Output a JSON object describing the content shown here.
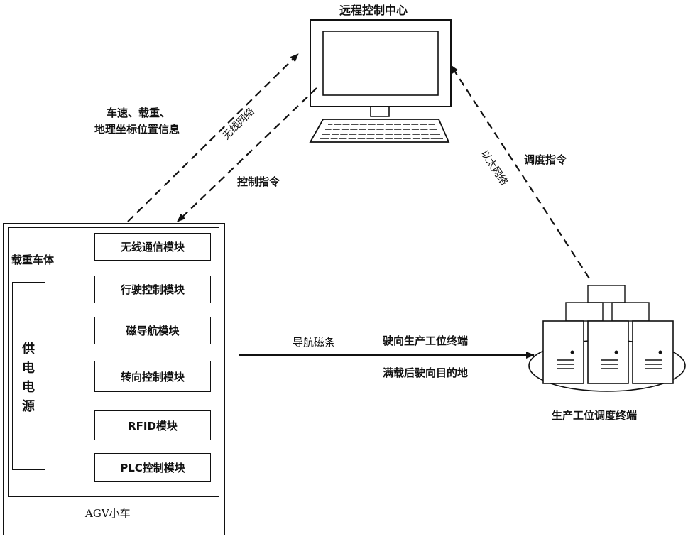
{
  "title_remote": "远程控制中心",
  "left_info_line1": "车速、载重、",
  "left_info_line2": "地理坐标位置信息",
  "wireless_network": "无线网络",
  "control_command": "控制指令",
  "ethernet": "以太网络",
  "dispatch_command": "调度指令",
  "load_body": "载重车体",
  "power_supply": "供电电源",
  "modules": [
    "无线通信模块",
    "行驶控制模块",
    "磁导航模块",
    "转向控制模块",
    "RFID模块",
    "PLC控制模块"
  ],
  "agv_label": "AGV小车",
  "nav_strip": "导航磁条",
  "drive_to": "驶向生产工位终端",
  "full_load": "满载后驶向目的地",
  "terminal_label": "生产工位调度终端"
}
